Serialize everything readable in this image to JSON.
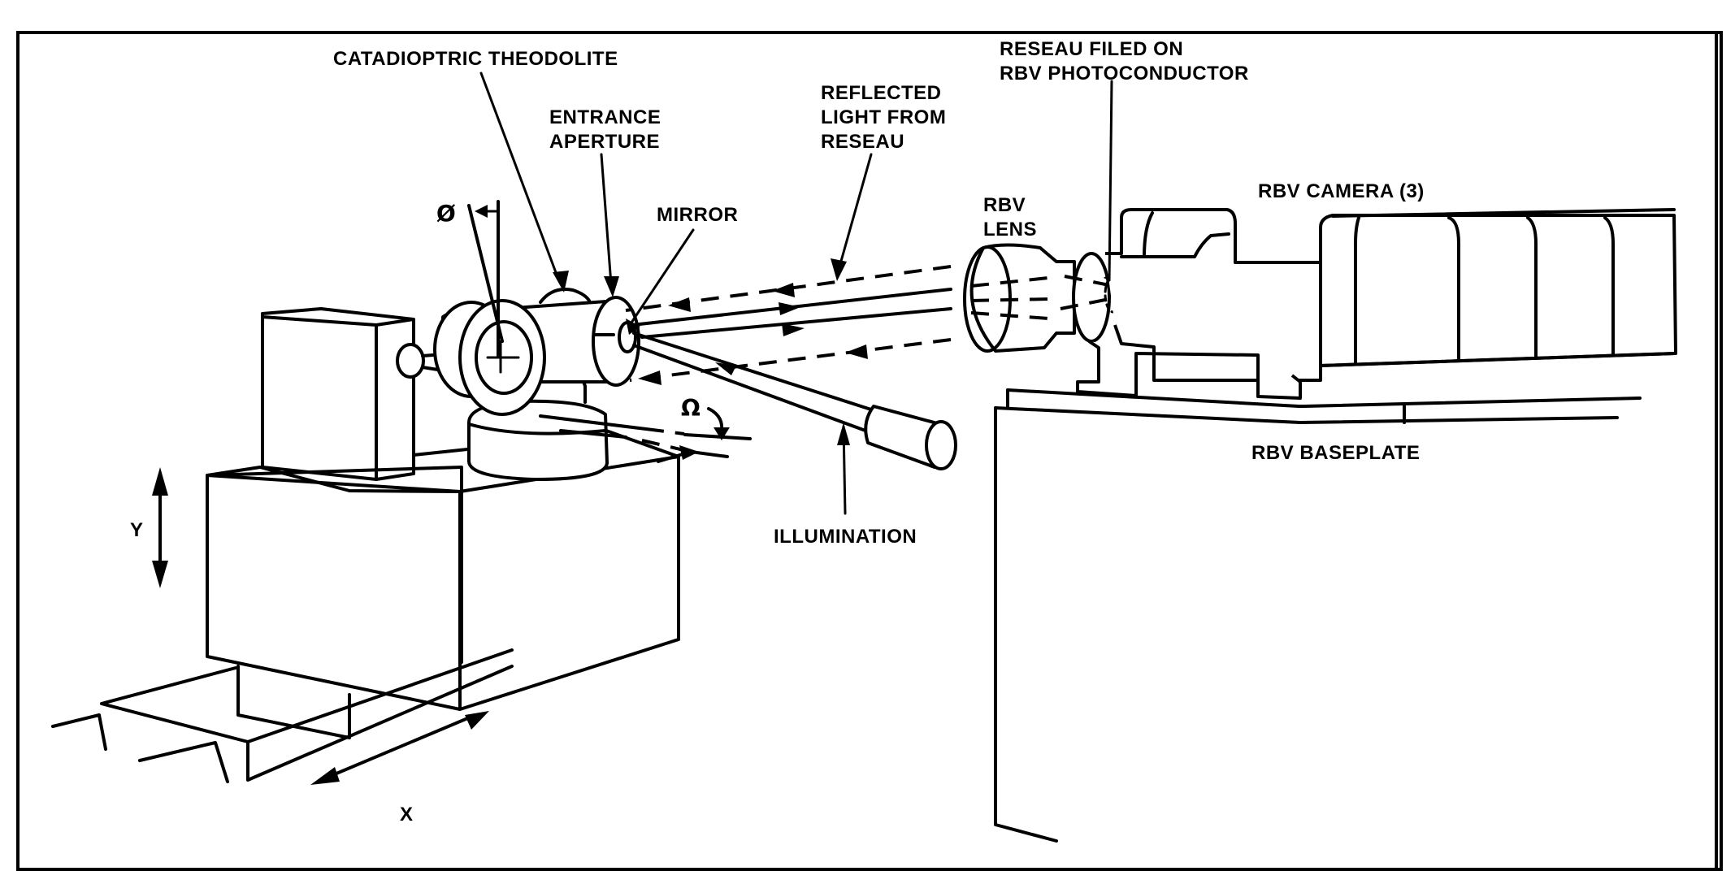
{
  "diagram": {
    "title": "Catadioptric theodolite RBV reseau measurement setup",
    "labels": {
      "theodolite": "CATADIOPTRIC THEODOLITE",
      "entrance_aperture_1": "ENTRANCE",
      "entrance_aperture_2": "APERTURE",
      "reflected_1": "REFLECTED",
      "reflected_2": "LIGHT FROM",
      "reflected_3": "RESEAU",
      "reseau_1": "RESEAU FILED ON",
      "reseau_2": "RBV PHOTOCONDUCTOR",
      "mirror": "MIRROR",
      "rbv_lens_1": "RBV",
      "rbv_lens_2": "LENS",
      "rbv_camera": "RBV CAMERA (3)",
      "rbv_baseplate": "RBV BASEPLATE",
      "illumination": "ILLUMINATION",
      "axis_y": "Y",
      "axis_x": "X",
      "angle_phi": "Ø",
      "angle_omega": "Ω"
    }
  }
}
